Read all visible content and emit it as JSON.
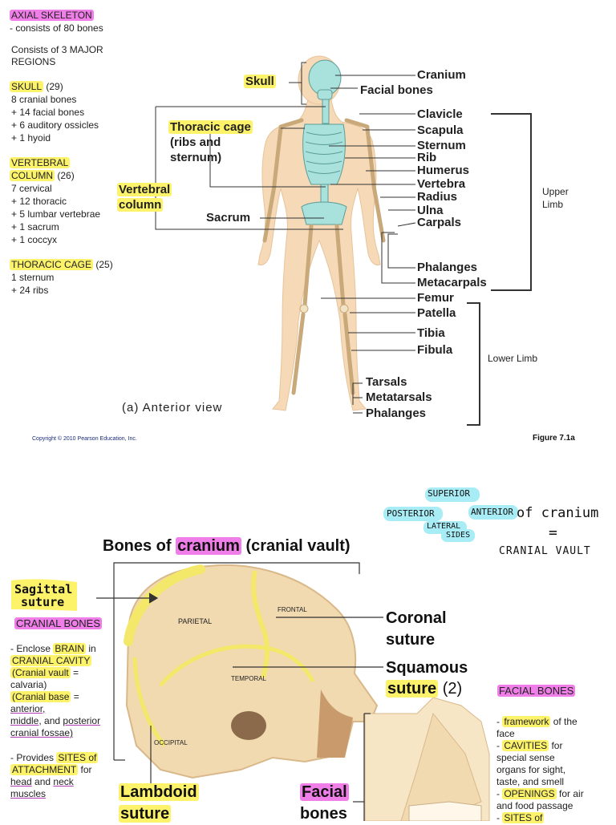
{
  "page1": {
    "notes": {
      "axial_title": "AXIAL SKELETON",
      "axial_sub": "- consists of 80 bones",
      "regions_1": "Consists of 3 MAJOR",
      "regions_2": "REGIONS",
      "skull_head": "SKULL",
      "skull_count": " (29)",
      "skull_lines": [
        "8 cranial bones",
        "+ 14 facial bones",
        "+ 6 auditory ossicles",
        "+ 1 hyoid"
      ],
      "vert_head_1": "VERTEBRAL",
      "vert_head_2": "COLUMN",
      "vert_count": " (26)",
      "vert_lines": [
        "7 cervical",
        "+ 12 thoracic",
        "+ 5 lumbar vertebrae",
        "+ 1 sacrum",
        "+ 1 coccyx"
      ],
      "thor_head": "THORACIC CAGE",
      "thor_count": " (25)",
      "thor_lines": [
        "1 sternum",
        "+ 24 ribs"
      ]
    },
    "figure": {
      "left_labels": {
        "skull": "Skull",
        "thoracic": "Thoracic cage",
        "thoracic_sub_1": "(ribs and",
        "thoracic_sub_2": "sternum)",
        "vertebral_1": "Vertebral",
        "vertebral_2": "column",
        "sacrum": "Sacrum"
      },
      "right_labels": [
        "Cranium",
        "Facial bones",
        "Clavicle",
        "Scapula",
        "Sternum",
        "Rib",
        "Humerus",
        "Vertebra",
        "Radius",
        "Ulna",
        "Carpals",
        "Phalanges",
        "Metacarpals",
        "Femur",
        "Patella",
        "Tibia",
        "Fibula",
        "Tarsals",
        "Metatarsals",
        "Phalanges"
      ],
      "upper_limb_1": "Upper",
      "upper_limb_2": "Limb",
      "lower_limb": "Lower Limb",
      "view": "(a) Anterior view",
      "copyright": "Copyright © 2010 Pearson Education, Inc.",
      "figure_num": "Figure 7.1a"
    }
  },
  "page2": {
    "handwriting": {
      "superior": "SUPERIOR",
      "posterior": "POSTERIOR",
      "anterior": "ANTERIOR",
      "of_cranium": "of cranium",
      "lateral": "LATERAL",
      "sides": "SIDES",
      "equals": "=",
      "cranial_vault": "CRANIAL VAULT",
      "sagittal_1": "Sagittal",
      "sagittal_2": "suture"
    },
    "title_pre": "Bones of ",
    "title_hl": "cranium",
    "title_post": " (cranial vault)",
    "cranial_bones_head": "CRANIAL BONES",
    "left_notes": {
      "l1_pre": "- Enclose ",
      "l1_hl": "BRAIN",
      "l1_post": " in",
      "l2": "CRANIAL CAVITY",
      "l3": "(Cranial vault",
      "l3_post": " =",
      "l4": "calvaria)",
      "l5": "(Cranial base",
      "l5_post": " =",
      "l6": "anterior,",
      "l7_pre": "middle",
      "l7_mid": ", and ",
      "l7_post": "posterior",
      "l8": "cranial fossae)",
      "p1_pre": "- Provides ",
      "p1_hl": "SITES of",
      "p2_hl": "ATTACHMENT",
      "p2_post": " for",
      "p3_a": "head",
      "p3_mid": " and ",
      "p3_b": "neck",
      "p4": "muscles"
    },
    "skull_labels": {
      "parietal": "PARIETAL",
      "frontal": "FRONTAL",
      "temporal": "TEMPORAL",
      "occipital": "OCCIPITAL"
    },
    "sutures": {
      "coronal_1": "Coronal",
      "coronal_2": "suture",
      "squamous_1": "Squamous",
      "squamous_2": "suture",
      "squamous_count": "(2)",
      "lambdoid_1": "Lambdoid",
      "lambdoid_2": "suture",
      "facial_1": "Facial",
      "facial_2": "bones"
    },
    "facial_bones_head": "FACIAL BONES",
    "right_notes": {
      "r1_pre": "- ",
      "r1_hl": "framework",
      "r1_post": " of the",
      "r2": "face",
      "r3_pre": "- ",
      "r3_hl": "CAVITIES",
      "r3_post": " for",
      "r4": "special sense",
      "r5": "organs for sight,",
      "r6": "taste, and smell",
      "r7_pre": "- ",
      "r7_hl": "OPENINGS",
      "r7_post": " for air",
      "r8": "and food passage",
      "r9_pre": "- ",
      "r9_hl": "SITES of"
    }
  },
  "colors": {
    "highlight_pink": "#f07ee8",
    "highlight_yellow": "#fcf36a",
    "skin": "#f6d9b7",
    "bone": "#f1e3c6",
    "axial_bone": "#a9e2dc",
    "suture_yellow": "#f4e86a"
  }
}
